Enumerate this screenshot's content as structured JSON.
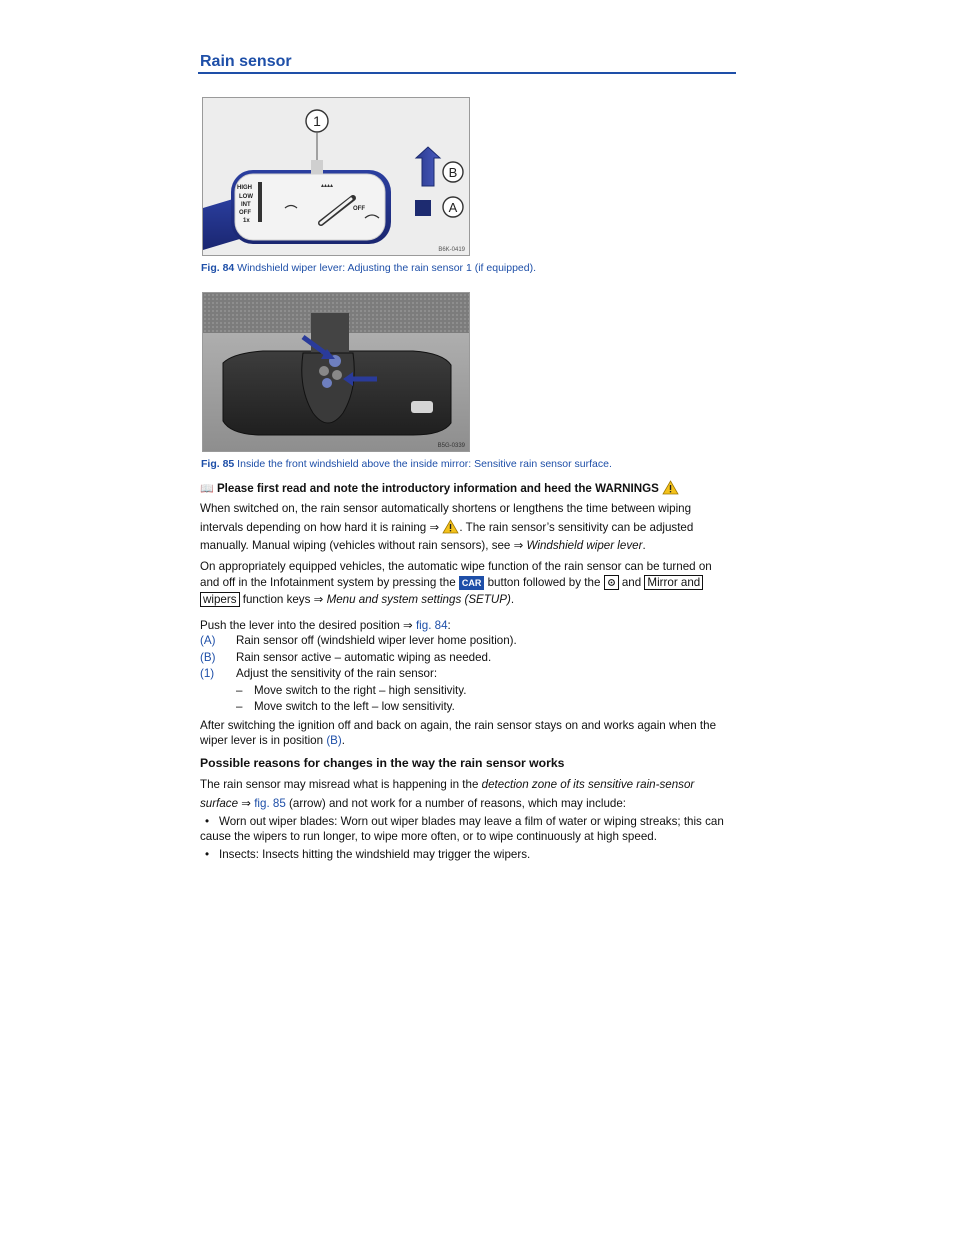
{
  "page": {
    "title": "Rain sensor"
  },
  "figures": {
    "fig84": {
      "code": "B6K-0419",
      "callout": "1",
      "label_b": "B",
      "label_a": "A",
      "lever_high": "HIGH",
      "lever_low": "LOW",
      "lever_int": "INT",
      "lever_off": "OFF",
      "lever_1x": "1x",
      "lever_off2": "OFF",
      "caption_num": "Fig. 84",
      "caption_text": " Windshield wiper lever: Adjusting the rain sensor 1 (if equipped)."
    },
    "fig85": {
      "code": "B5G-0339",
      "caption_num": "Fig. 85",
      "caption_text": " Inside the front windshield above the inside mirror: Sensitive rain sensor surface."
    }
  },
  "intro": {
    "book_icon": "book-icon",
    "text": "Please first read and note the introductory information and heed the WARNINGS"
  },
  "para1": {
    "line1": "When switched on, the rain sensor automatically shortens or lengthens the time between wiping",
    "line2a": "intervals depending on how hard it is raining ⇒ ",
    "line2b": ". The rain sensor’s sensitivity can be adjusted",
    "line3a": "manually. Manual wiping (vehicles without rain sensors), see ⇒ ",
    "line3link": "Windshield wiper lever",
    "line3b": "."
  },
  "para2": {
    "line1": "On appropriately equipped vehicles, the automatic wipe function of the rain sensor can be turned on",
    "line2a": "and off in the Infotainment system by pressing the ",
    "car_key": "CAR",
    "line2b": " button followed by the ",
    "line2c": " and ",
    "key_mirror1": "Mirror and",
    "key_mirror2": "wipers",
    "line3b": " function keys ⇒ ",
    "line3link": "Menu and system settings (SETUP)",
    "line3c": "."
  },
  "para3": {
    "text": "Push the lever into the desired position ⇒ ",
    "figref": "fig. 84",
    "colon": ":"
  },
  "positions": [
    {
      "label": "(A)",
      "text": "Rain sensor off (windshield wiper lever home position)."
    },
    {
      "label": "(B)",
      "text": "Rain sensor active – automatic wiping as needed."
    },
    {
      "label": "(1)",
      "text": "Adjust the sensitivity of the rain sensor:"
    }
  ],
  "sub_items": [
    {
      "dash": "–",
      "text": "Move switch to the right – high sensitivity."
    },
    {
      "dash": "–",
      "text": "Move switch to the left – low sensitivity."
    }
  ],
  "para4": {
    "line1": "After switching the ignition off and back on again, the rain sensor stays on and works again when the",
    "line2a": "wiper lever is in position ",
    "line2ref": "(B)",
    "line2b": "."
  },
  "heading2": "Possible reasons for changes in the way the rain sensor works",
  "para5": {
    "line1a": "The rain sensor may misread what is happening in the ",
    "line1it": "detection zone of its sensitive rain-sensor",
    "line2it": "surface",
    "line2a": " ⇒ ",
    "line2ref": "fig. 85",
    "line2b": " (arrow) and not work for a number of reasons, which may include:"
  },
  "bullets": [
    {
      "bullet": "•",
      "line1": "Worn out wiper blades: Worn out wiper blades may leave a film of water or wiping streaks; this can",
      "line2": "cause the wipers to run longer, to wipe more often, or to wipe continuously at high speed."
    },
    {
      "bullet": "•",
      "line1": "Insects: Insects hitting the windshield may trigger the wipers.",
      "line2": ""
    }
  ],
  "colors": {
    "accent": "#1e4fa8",
    "warning": "#f4c21a"
  }
}
